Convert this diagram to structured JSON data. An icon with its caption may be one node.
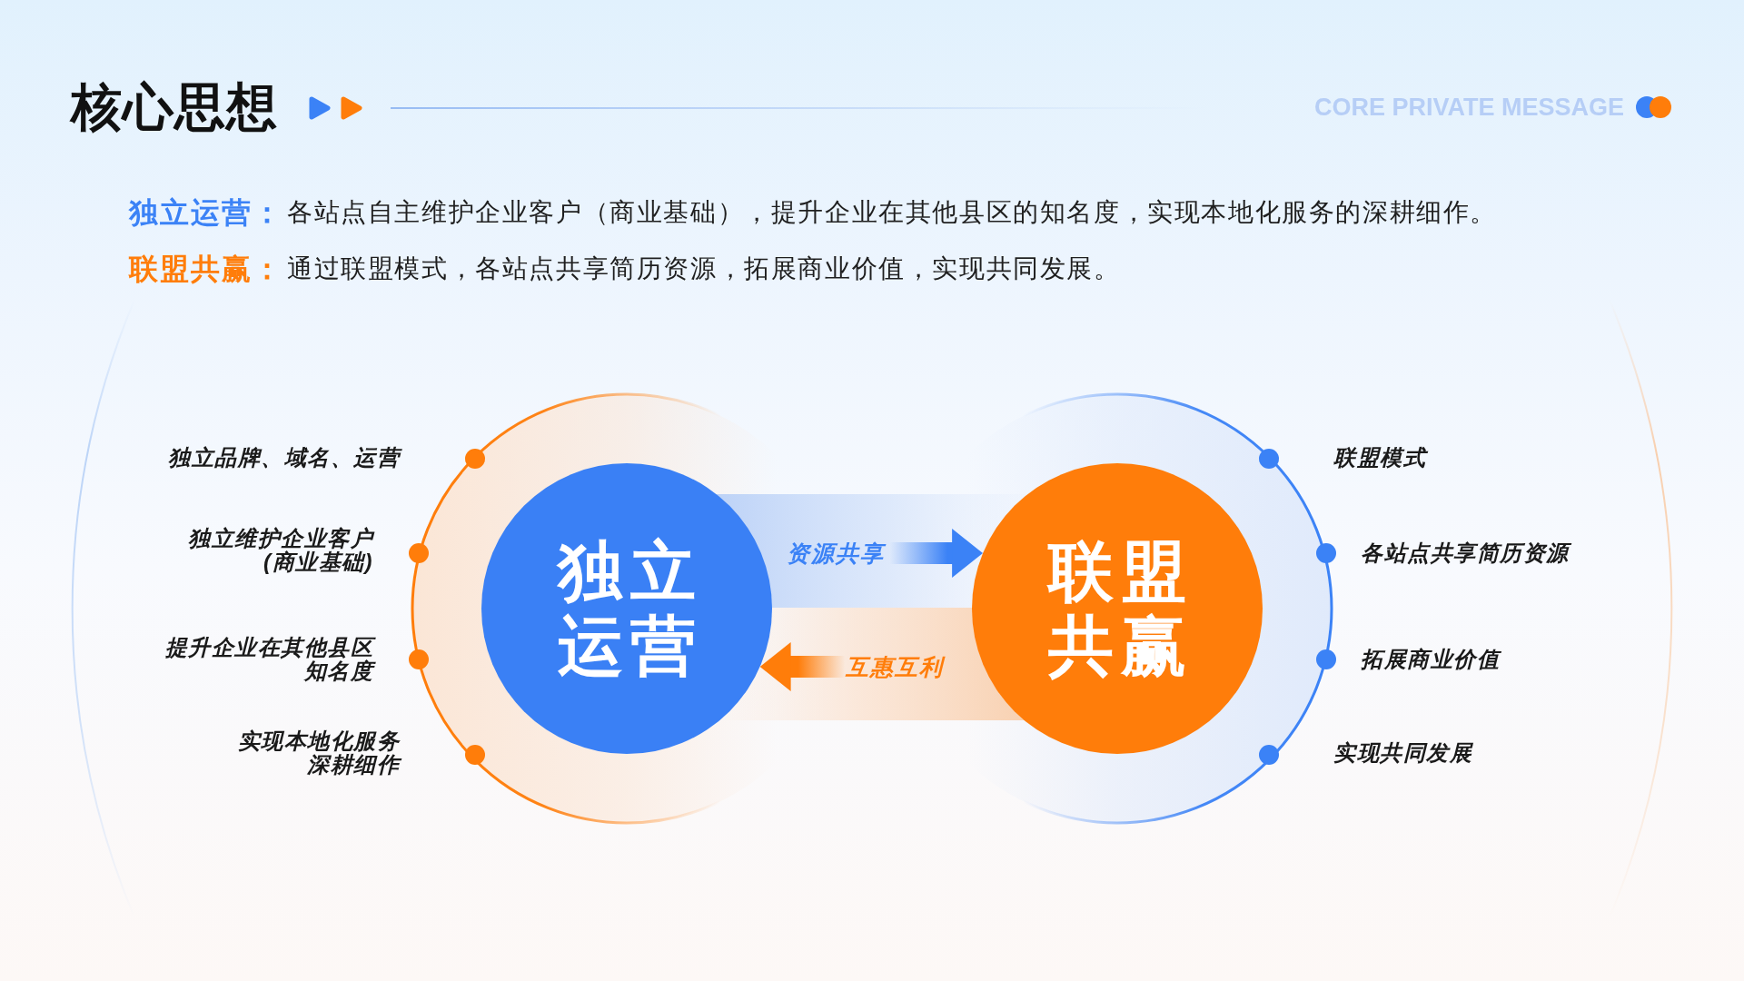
{
  "diagram": {
    "title": "核心思想",
    "nodes": [
      {
        "text": [
          "独立运营"
        ]
      },
      {
        "text": [
          "联盟共赢"
        ]
      }
    ],
    "edges": [
      {
        "from": 0,
        "to": 1,
        "arrow": "to",
        "label": "资源共享",
        "color": "#3b82f6"
      },
      {
        "from": 1,
        "to": 0,
        "arrow": "to",
        "label": "互惠互利",
        "color": "#ff7d0a"
      }
    ],
    "labels": [
      "CORE PRIVATE MESSAGE",
      "独立运营：",
      "各站点自主维护企业客户（商业基础），提升企业在其他县区的知名度，实现本地化服务的深耕细作。",
      "联盟共赢：",
      "通过联盟模式，各站点共享简历资源，拓展商业价值，实现共同发展。",
      "独立品牌、域名、运营",
      "独立维护企业客户(商业基础)",
      "提升企业在其他县区知名度",
      "实现本地化服务深耕细作",
      "联盟模式",
      "各站点共享简历资源",
      "拓展商业价值",
      "实现共同发展"
    ]
  }
}
